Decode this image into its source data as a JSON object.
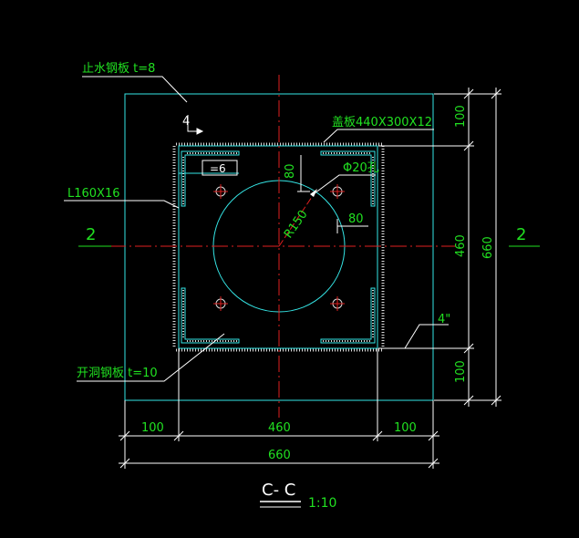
{
  "colors": {
    "outline": "#35e6e6",
    "centerline": "#e02020",
    "dimension": "#ffffff",
    "text": "#21e021",
    "hatch": "#d8d8d8"
  },
  "labels": {
    "water_stop_plate": "止水钢板  t=8",
    "weld_symbol": "4",
    "cover_plate": "盖板440X300X12",
    "bolt_hole": "Φ20孔",
    "thickness": "=6",
    "angle": "L160X16",
    "radius": "R150",
    "dim_80_top": "80",
    "dim_80_side": "80",
    "weld_size": "4\"",
    "perforated_plate": "开洞钢板  t=10"
  },
  "section": {
    "left_mark": "2",
    "right_mark": "2",
    "title": "C- C",
    "scale": "1:10"
  },
  "dimensions": {
    "right_top": "100",
    "right_mid": "460",
    "right_bottom": "100",
    "right_total": "660",
    "bottom_left": "100",
    "bottom_mid": "460",
    "bottom_right": "100",
    "bottom_total": "660"
  }
}
